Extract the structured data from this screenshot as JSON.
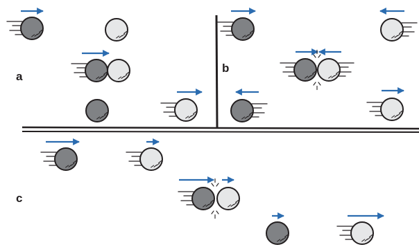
{
  "colors": {
    "background": "#ffffff",
    "ink": "#231f20",
    "dark_ball": "#808285",
    "light_ball": "#e6e7e8",
    "arrow": "#2b6cb0"
  },
  "panels": [
    {
      "label": "a",
      "balls": [
        {
          "shade": "dark",
          "moving": true,
          "direction": "right"
        },
        {
          "shade": "light",
          "moving": false
        },
        {
          "shade": "dark",
          "moving": true,
          "direction": "right",
          "state": "in-contact"
        },
        {
          "shade": "light",
          "moving": false,
          "state": "in-contact"
        },
        {
          "shade": "dark",
          "moving": false
        },
        {
          "shade": "light",
          "moving": true,
          "direction": "right"
        }
      ]
    },
    {
      "label": "b",
      "balls": [
        {
          "shade": "dark",
          "moving": true,
          "direction": "right"
        },
        {
          "shade": "light",
          "moving": true,
          "direction": "left"
        },
        {
          "shade": "dark",
          "moving": true,
          "direction": "right",
          "state": "colliding"
        },
        {
          "shade": "light",
          "moving": true,
          "direction": "left",
          "state": "colliding"
        },
        {
          "shade": "dark",
          "moving": true,
          "direction": "left"
        },
        {
          "shade": "light",
          "moving": true,
          "direction": "right"
        }
      ]
    },
    {
      "label": "c",
      "balls": [
        {
          "shade": "dark",
          "moving": true,
          "direction": "right",
          "speed": "fast"
        },
        {
          "shade": "light",
          "moving": true,
          "direction": "right",
          "speed": "slow"
        },
        {
          "shade": "dark",
          "moving": true,
          "direction": "right",
          "state": "colliding"
        },
        {
          "shade": "light",
          "moving": true,
          "direction": "right",
          "state": "colliding"
        },
        {
          "shade": "dark",
          "moving": true,
          "direction": "right",
          "speed": "slow"
        },
        {
          "shade": "light",
          "moving": true,
          "direction": "right",
          "speed": "fast"
        }
      ]
    }
  ]
}
